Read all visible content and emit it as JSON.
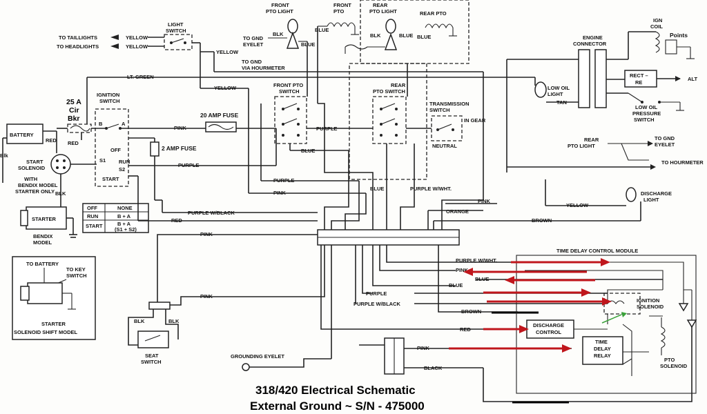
{
  "title": {
    "line1": "318/420 Electrical Schematic",
    "line2": "External Ground  ~  S/N  - 475000"
  },
  "components": {
    "battery": "BATTERY",
    "breaker": [
      "25 A",
      "Cir",
      "Bkr"
    ],
    "ignition_switch": [
      "IGNITION",
      "SWITCH"
    ],
    "light_switch": [
      "LIGHT",
      "SWITCH"
    ],
    "front_pto_light": [
      "FRONT",
      "PTO LIGHT"
    ],
    "front_pto": [
      "FRONT",
      "PTO"
    ],
    "rear_pto_light": [
      "REAR",
      "PTO LIGHT"
    ],
    "rear_pto": "REAR PTO",
    "front_pto_switch": [
      "FRONT PTO",
      "SWITCH"
    ],
    "rear_pto_switch": [
      "REAR",
      "PTO SWITCH"
    ],
    "transmission_switch": [
      "TRANSMISSION",
      "SWITCH"
    ],
    "in_gear": "IN GEAR",
    "neutral": "NEUTRAL",
    "engine_connector": [
      "ENGINE",
      "CONNECTOR"
    ],
    "ign_coil": [
      "IGN",
      "COIL"
    ],
    "points": "Points",
    "rectifier": [
      "RECT –",
      "RE"
    ],
    "alt": "ALT",
    "low_oil_light": [
      "LOW OIL",
      "LIGHT"
    ],
    "low_oil_pressure_switch": [
      "LOW OIL",
      "PRESSURE",
      "SWITCH"
    ],
    "rear_pto_light_right": [
      "REAR",
      "PTO LIGHT"
    ],
    "to_gnd_eyelet_right": [
      "TO GND",
      "EYELET"
    ],
    "to_hourmeter": "TO HOURMETER",
    "discharge_light": [
      "DISCHARGE",
      "LIGHT"
    ],
    "fuse_20": "20 AMP FUSE",
    "fuse_2": "2 AMP FUSE",
    "start_solenoid": [
      "START",
      "SOLENOID"
    ],
    "bendix_note": [
      "WITH",
      "BENDIX MODEL",
      "STARTER ONLY"
    ],
    "starter": "STARTER",
    "bendix_model": [
      "BENDIX",
      "MODEL"
    ],
    "to_battery": "TO BATTERY",
    "to_key_switch": [
      "TO KEY",
      "SWITCH"
    ],
    "starter_solenoid_shift": [
      "STARTER",
      "SOLENOID SHIFT MODEL"
    ],
    "seat_switch": [
      "SEAT",
      "SWITCH"
    ],
    "grounding_eyelet": "GROUNDING EYELET",
    "time_delay_module": "TIME DELAY CONTROL MODULE",
    "ignition_solenoid": [
      "IGNITION",
      "SOLENOID"
    ],
    "discharge_control": [
      "DISCHARGE",
      "CONTROL"
    ],
    "time_delay_relay": [
      "TIME",
      "DELAY",
      "RELAY"
    ],
    "pto_solenoid": [
      "PTO",
      "SOLENOID"
    ],
    "to_taillights": "TO TAILLIGHTS",
    "to_headlights": "TO HEADLIGHTS",
    "to_gnd_eyelet_left": [
      "TO GND",
      "EYELET"
    ],
    "to_gnd_hourmeter": [
      "TO GND",
      "VIA HOURMETER"
    ],
    "blk_left": "Blk"
  },
  "ignition_table": {
    "rows": [
      [
        "OFF",
        "NONE"
      ],
      [
        "RUN",
        "B + A"
      ],
      [
        "START",
        "B + A",
        "(S1 + S2)"
      ]
    ]
  },
  "ignition_terminals": {
    "b": "B",
    "a": "A",
    "off": "OFF",
    "run": "RUN",
    "s1": "S1",
    "s2": "S2",
    "start": "START"
  },
  "wires": {
    "yellow": "YELLOW",
    "lt_green": "LT. GREEN",
    "pink": "PINK",
    "purple": "PURPLE",
    "blue": "BLUE",
    "red": "RED",
    "blk": "BLK",
    "tan": "TAN",
    "orange": "ORANGE",
    "brown": "BROWN",
    "black": "BLACK",
    "purple_white": "PURPLE W/WHT.",
    "purple_black": "PURPLE W/BLACK"
  },
  "colors": {
    "arrow": "#c0161c",
    "ink": "#222222"
  }
}
